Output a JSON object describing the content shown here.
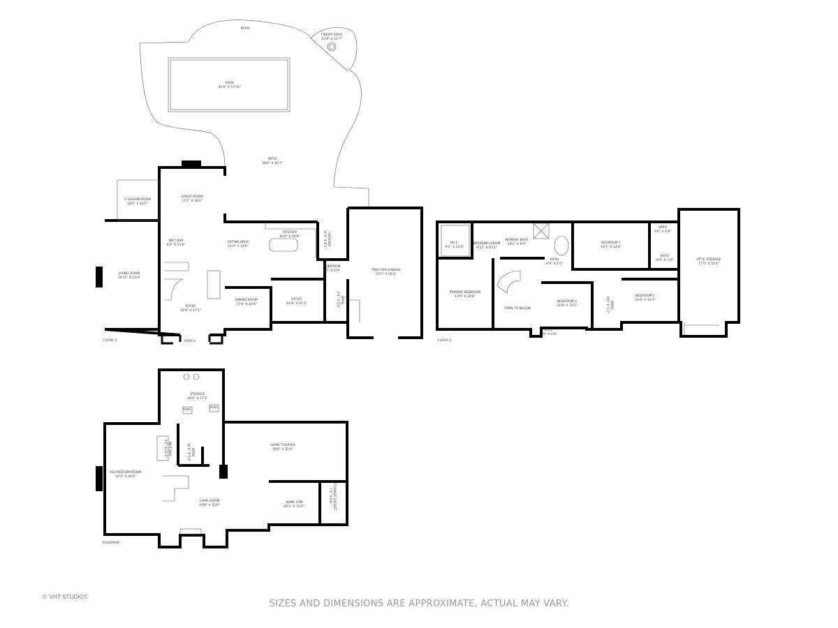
{
  "outdoor": [
    {
      "name": "PATIO",
      "dim": ""
    },
    {
      "name": "FIREPIT AREA",
      "dim": "15'8\" x 11'7\""
    },
    {
      "name": "POOL",
      "dim": "41'0\" x 17'11\""
    },
    {
      "name": "PATIO",
      "dim": "38'0\" x 16'7\""
    }
  ],
  "floor1": {
    "label": "FLOOR 1",
    "rooms": [
      {
        "name": "3 SEASON ROOM",
        "dim": "18'1\" x 11'7\""
      },
      {
        "name": "GREAT ROOM",
        "dim": "17'1\" x 18'0\""
      },
      {
        "name": "WET BAR",
        "dim": "8'0\" x 13'9\""
      },
      {
        "name": "EATING AREA",
        "dim": "21'0\" x 14'6\""
      },
      {
        "name": "KITCHEN",
        "dim": "16'8\" x 16'8\""
      },
      {
        "name": "LAUNDRY",
        "dim": "11'0\" x 6'1\""
      },
      {
        "name": "LIVING ROOM",
        "dim": "19'11\" x 15'4\""
      },
      {
        "name": "MUDROOM",
        "dim": "9'7\" x 6'0\""
      },
      {
        "name": "TWO CAR GARAGE",
        "dim": "23'5\" x 26'5\""
      },
      {
        "name": "DINING ROOM",
        "dim": "17'6\" x 14'8\""
      },
      {
        "name": "OFFICE",
        "dim": "14'8\" x 12'3\""
      },
      {
        "name": "FOYER",
        "dim": "16'8\" x 17'1\""
      },
      {
        "name": "PORCH",
        "dim": ""
      },
      {
        "name": "BATH",
        "dim": "6'1\" x 5'1\""
      }
    ]
  },
  "floor2": {
    "label": "FLOOR 2",
    "rooms": [
      {
        "name": "W.I.C.",
        "dim": "9'1\" x 12'6\""
      },
      {
        "name": "DRESSING ROOM",
        "dim": "9'11\" x 9'11\""
      },
      {
        "name": "PRIMARY BATH",
        "dim": "18'1\" x 9'4\""
      },
      {
        "name": "BATH",
        "dim": "8'9\" x 5'5\""
      },
      {
        "name": "BEDROOM 1",
        "dim": "19'1\" x 14'4\""
      },
      {
        "name": "BATH",
        "dim": "9'0\" x 4'8\""
      },
      {
        "name": "BATH",
        "dim": "9'0\" x 7'0\""
      },
      {
        "name": "ATTIC STORAGE",
        "dim": "17'0\" x 33'4\""
      },
      {
        "name": "PRIMARY BEDROOM",
        "dim": "13'0\" x 18'8\""
      },
      {
        "name": "OPEN TO BELOW",
        "dim": ""
      },
      {
        "name": "BEDROOM 3",
        "dim": "14'8\" x 13'5\""
      },
      {
        "name": "BATH",
        "dim": "9'0\" x 5'7\""
      },
      {
        "name": "BEDROOM 2",
        "dim": "14'0\" x 13'7\""
      },
      {
        "name": "W.I.C.",
        "dim": "4'6\" x 4'8\""
      }
    ]
  },
  "basement": {
    "label": "BASEMENT",
    "rooms": [
      {
        "name": "STORAGE",
        "dim": "18'0\" x 17'3\""
      },
      {
        "name": "HVAC",
        "dim": ""
      },
      {
        "name": "HVAC",
        "dim": ""
      },
      {
        "name": "WET BAR",
        "dim": "4'0\" x 11'5\""
      },
      {
        "name": "BATH",
        "dim": "11'1\" x 5'0\""
      },
      {
        "name": "HOME THEATER",
        "dim": "18'0\" x 35'6\""
      },
      {
        "name": "RECREATION ROOM",
        "dim": "14'2\" x 30'5\""
      },
      {
        "name": "GAME ROOM",
        "dim": "20'8\" x 15'9\""
      },
      {
        "name": "HOME GYM",
        "dim": "19'3\" x 13'4\""
      },
      {
        "name": "STORAGE CLOSET",
        "dim": "7'1\" x 6'8\""
      }
    ]
  },
  "footer": {
    "copyright": "© VHT STUDIOS",
    "disclaimer": "SIZES AND DIMENSIONS ARE APPROXIMATE, ACTUAL MAY VARY."
  },
  "colors": {
    "wall": "#000000",
    "line": "#555555",
    "text": "#333333",
    "footer": "#9a9a9a"
  }
}
